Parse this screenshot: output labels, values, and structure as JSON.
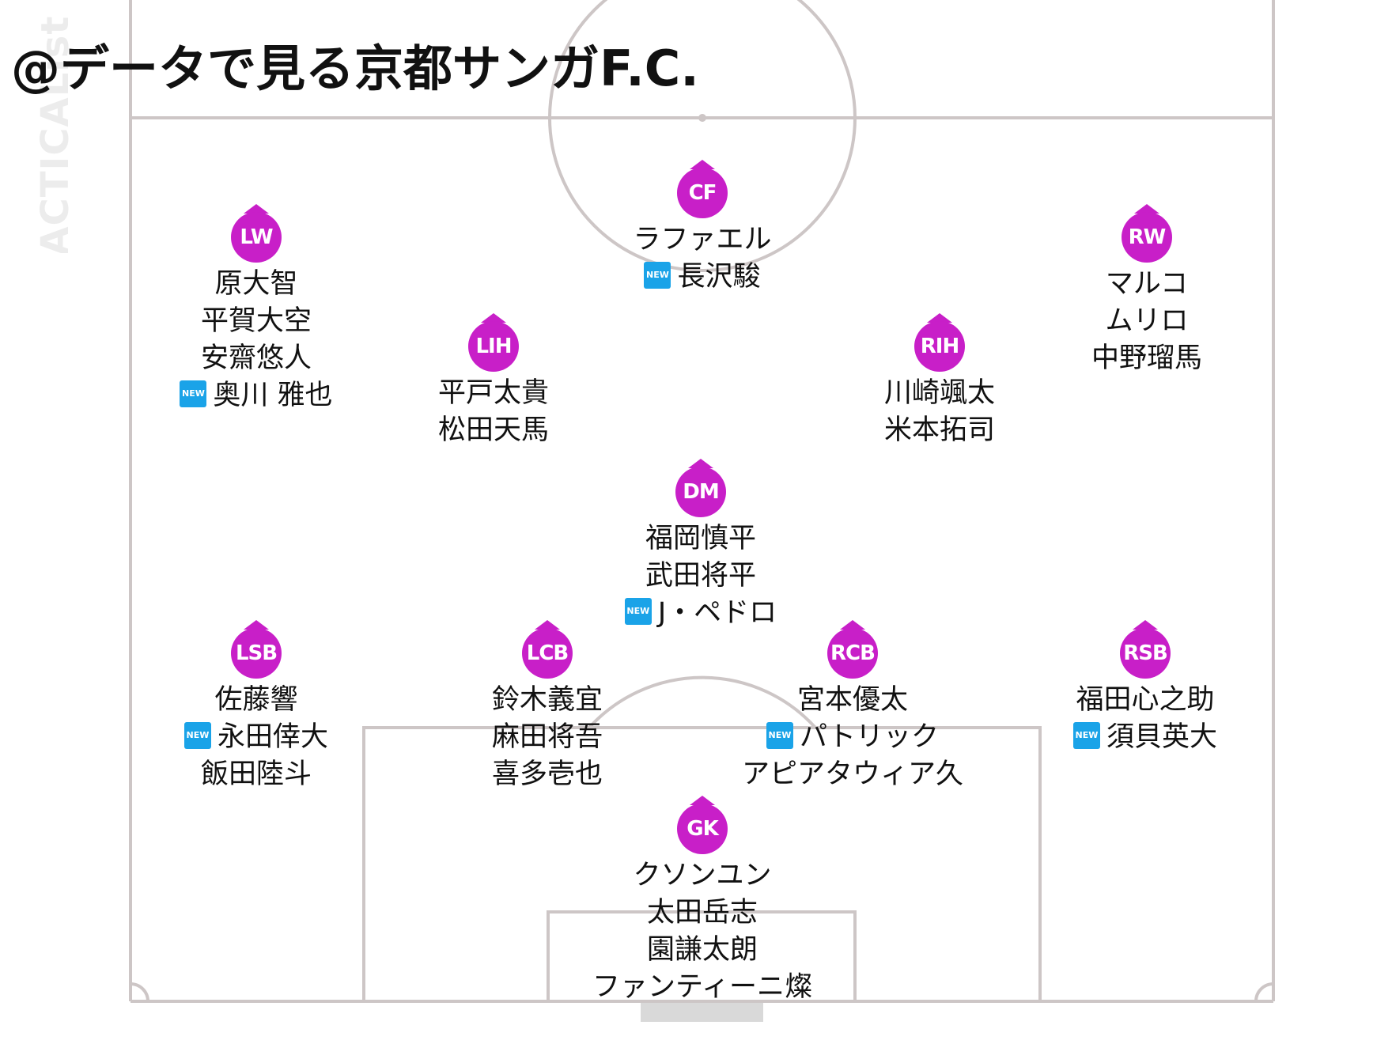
{
  "title": "@データで見る京都サンガF.C.",
  "watermark": "TACTICALista",
  "badge_label": "NEW",
  "colors": {
    "marker": "#c81fc8",
    "badge": "#1aa3e8",
    "pitch_lines": "#cdc6c6",
    "goal": "#d9d9d9",
    "text": "#111111"
  },
  "formation": [
    {
      "position": "CF",
      "players": [
        {
          "name": "ラファエル",
          "new": false
        },
        {
          "name": "長沢駿",
          "new": true
        }
      ]
    },
    {
      "position": "LW",
      "players": [
        {
          "name": "原大智",
          "new": false
        },
        {
          "name": "平賀大空",
          "new": false
        },
        {
          "name": "安齋悠人",
          "new": false
        },
        {
          "name": "奥川 雅也",
          "new": true
        }
      ]
    },
    {
      "position": "RW",
      "players": [
        {
          "name": "マルコ",
          "new": false
        },
        {
          "name": "ムリロ",
          "new": false
        },
        {
          "name": "中野瑠馬",
          "new": false
        }
      ]
    },
    {
      "position": "LIH",
      "players": [
        {
          "name": "平戸太貴",
          "new": false
        },
        {
          "name": "松田天馬",
          "new": false
        }
      ]
    },
    {
      "position": "RIH",
      "players": [
        {
          "name": "川崎颯太",
          "new": false
        },
        {
          "name": "米本拓司",
          "new": false
        }
      ]
    },
    {
      "position": "DM",
      "players": [
        {
          "name": "福岡慎平",
          "new": false
        },
        {
          "name": "武田将平",
          "new": false
        },
        {
          "name": "J・ペドロ",
          "new": true
        }
      ]
    },
    {
      "position": "LSB",
      "players": [
        {
          "name": "佐藤響",
          "new": false
        },
        {
          "name": "永田倖大",
          "new": true
        },
        {
          "name": "飯田陸斗",
          "new": false
        }
      ]
    },
    {
      "position": "LCB",
      "players": [
        {
          "name": "鈴木義宜",
          "new": false
        },
        {
          "name": "麻田将吾",
          "new": false
        },
        {
          "name": "喜多壱也",
          "new": false
        }
      ]
    },
    {
      "position": "RCB",
      "players": [
        {
          "name": "宮本優太",
          "new": false
        },
        {
          "name": "パトリック",
          "new": true
        },
        {
          "name": "アピアタウィア久",
          "new": false
        }
      ]
    },
    {
      "position": "RSB",
      "players": [
        {
          "name": "福田心之助",
          "new": false
        },
        {
          "name": "須貝英大",
          "new": true
        }
      ]
    },
    {
      "position": "GK",
      "players": [
        {
          "name": "クソンユン",
          "new": false
        },
        {
          "name": "太田岳志",
          "new": false
        },
        {
          "name": "園謙太朗",
          "new": false
        },
        {
          "name": "ファンティーニ燦",
          "new": false
        }
      ]
    }
  ]
}
